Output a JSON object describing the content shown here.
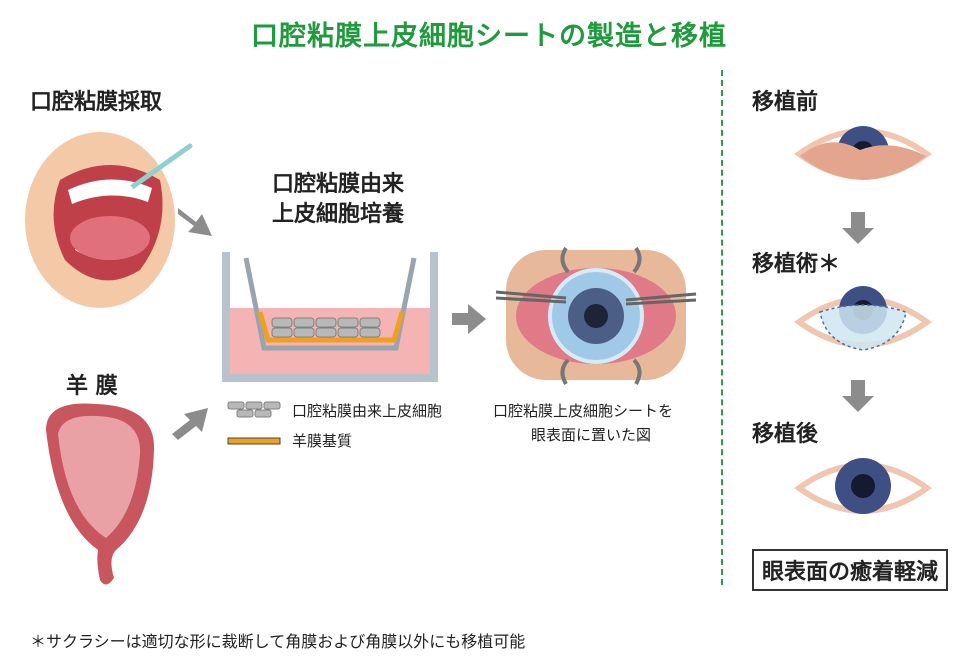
{
  "title": "口腔粘膜上皮細胞シートの製造と移植",
  "labels": {
    "oral_sampling": "口腔粘膜採取",
    "amnion": "羊 膜",
    "culture_line1": "口腔粘膜由来",
    "culture_line2": "上皮細胞培養",
    "surgery_caption_line1": "口腔粘膜上皮細胞シートを",
    "surgery_caption_line2": "眼表面に置いた図",
    "before": "移植前",
    "during": "移植術＊",
    "after": "移植後",
    "result": "眼表面の癒着軽減"
  },
  "legend": {
    "cells": "口腔粘膜由来上皮細胞",
    "membrane": "羊膜基質"
  },
  "footnote": "＊サクラシーは適切な形に裁断して角膜および角膜以外にも移植可能",
  "colors": {
    "title_green": "#1f9a3c",
    "divider_green": "#2e9a4a",
    "arrow_gray": "#8c8c8c",
    "membrane_orange": "#f0a020",
    "culture_pink": "#f4b4b4"
  },
  "icons": [
    "arrow-right-icon",
    "arrow-down-icon"
  ]
}
